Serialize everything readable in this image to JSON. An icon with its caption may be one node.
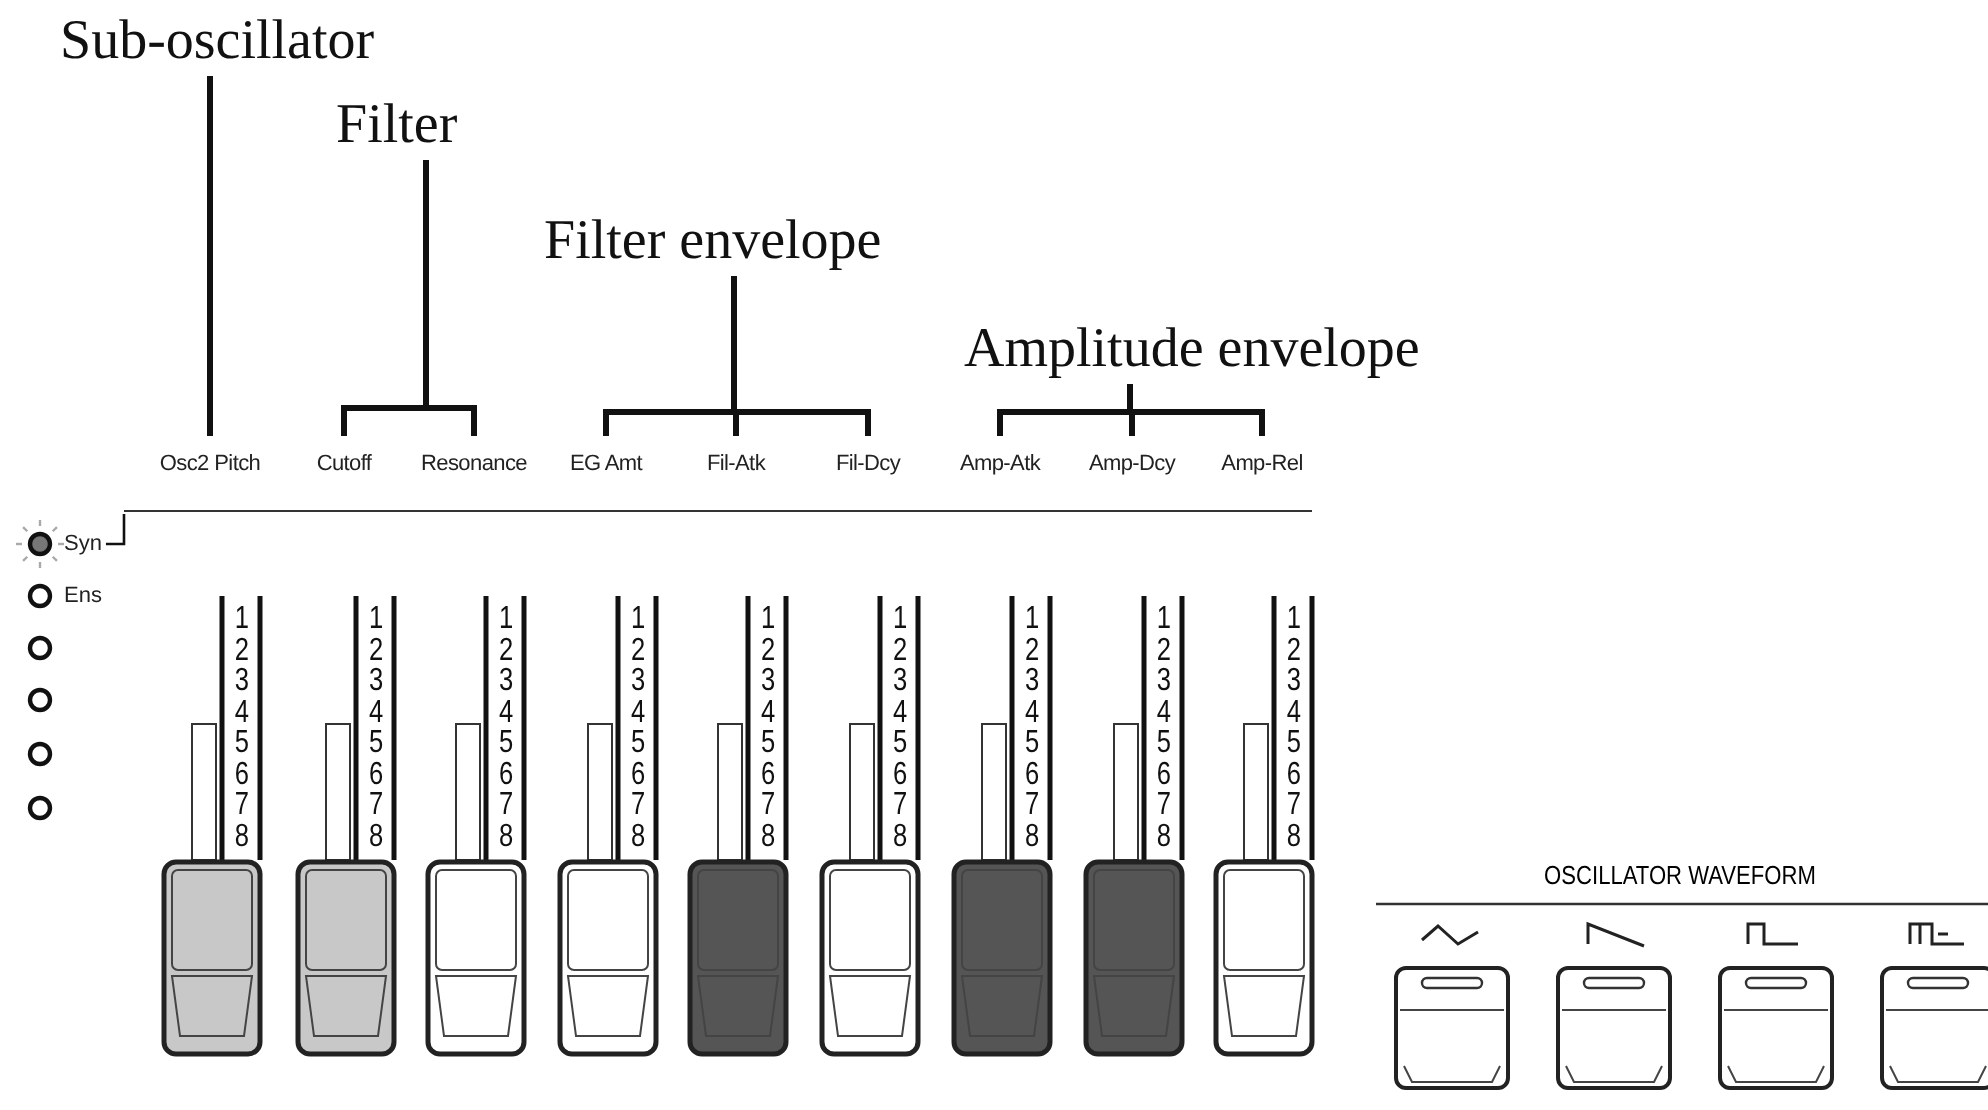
{
  "diagram": {
    "nodes": [
      {
        "text": [
          "Sub-oscillator"
        ]
      },
      {
        "text": [
          "Filter"
        ]
      },
      {
        "text": [
          "Filter envelope"
        ]
      },
      {
        "text": [
          "Amplitude envelope"
        ]
      },
      {
        "text": [
          "Osc2 Pitch"
        ]
      },
      {
        "text": [
          "Cutoff"
        ]
      },
      {
        "text": [
          "Resonance"
        ]
      },
      {
        "text": [
          "EG Amt"
        ]
      },
      {
        "text": [
          "Fil-Atk"
        ]
      },
      {
        "text": [
          "Fil-Dcy"
        ]
      },
      {
        "text": [
          "Amp-Atk"
        ]
      },
      {
        "text": [
          "Amp-Dcy"
        ]
      },
      {
        "text": [
          "Amp-Rel"
        ]
      },
      {
        "text": [
          "Syn"
        ]
      },
      {
        "text": [
          "Ens"
        ]
      },
      {
        "text": [],
        "shape": "circle"
      },
      {
        "text": [],
        "shape": "circle"
      },
      {
        "text": [],
        "shape": "circle"
      },
      {
        "text": [],
        "shape": "circle"
      },
      {
        "text": [],
        "shape": "box"
      },
      {
        "text": [],
        "shape": "box"
      },
      {
        "text": [],
        "shape": "box"
      },
      {
        "text": [],
        "shape": "box"
      },
      {
        "text": [],
        "shape": "bar"
      }
    ],
    "edges": [
      {
        "from": 0,
        "to": 4,
        "arrow": "none"
      },
      {
        "from": 1,
        "to": 5,
        "arrow": "none"
      },
      {
        "from": 1,
        "to": 6,
        "arrow": "none"
      },
      {
        "from": 2,
        "to": 7,
        "arrow": "none"
      },
      {
        "from": 2,
        "to": 8,
        "arrow": "none"
      },
      {
        "from": 2,
        "to": 9,
        "arrow": "none"
      },
      {
        "from": 3,
        "to": 10,
        "arrow": "none"
      },
      {
        "from": 3,
        "to": 11,
        "arrow": "none"
      },
      {
        "from": 3,
        "to": 12,
        "arrow": "none"
      },
      {
        "from": 13,
        "to": 23,
        "arrow": "none"
      }
    ],
    "labels": [
      "1",
      "1",
      "1",
      "1",
      "1",
      "1",
      "1",
      "1",
      "1",
      "2",
      "2",
      "2",
      "2",
      "2",
      "2",
      "2",
      "2",
      "2",
      "3",
      "3",
      "3",
      "3",
      "3",
      "3",
      "3",
      "3",
      "3",
      "4",
      "4",
      "4",
      "4",
      "4",
      "4",
      "4",
      "4",
      "4",
      "5",
      "5",
      "5",
      "5",
      "5",
      "5",
      "5",
      "5",
      "5",
      "6",
      "6",
      "6",
      "6",
      "6",
      "6",
      "6",
      "6",
      "6",
      "7",
      "7",
      "7",
      "7",
      "7",
      "7",
      "7",
      "7",
      "7",
      "8",
      "8",
      "8",
      "8",
      "8",
      "8",
      "8",
      "8",
      "8",
      "OSCILLATOR WAVEFORM"
    ]
  }
}
